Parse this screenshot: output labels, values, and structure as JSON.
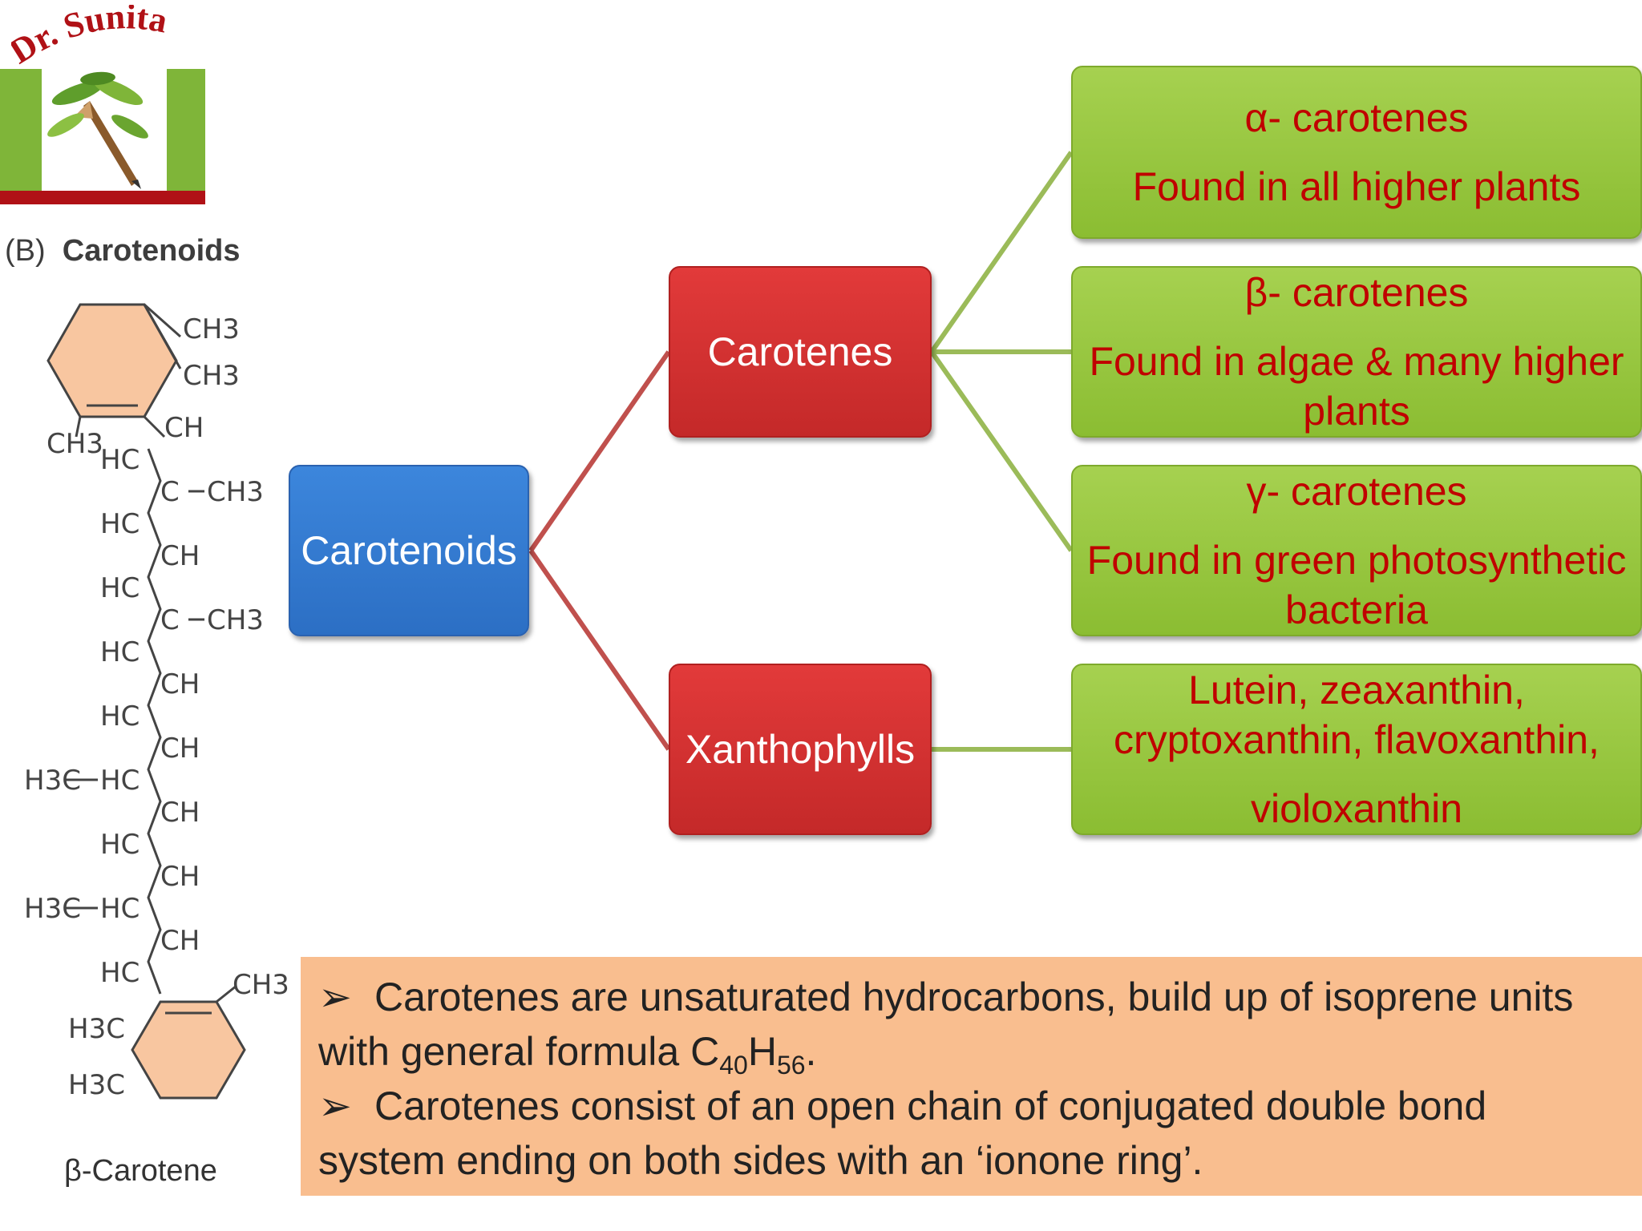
{
  "logo": {
    "text": "Dr. Sunita"
  },
  "structure": {
    "caption_letter": "(B)",
    "caption": "Carotenoids",
    "molecule_name": "β-Carotene",
    "labels": [
      "CH3",
      "CH3",
      "CH",
      "CH3",
      "HC",
      "C",
      "CH3",
      "HC",
      "CH",
      "HC",
      "C",
      "CH3",
      "HC",
      "CH",
      "HC",
      "CH",
      "H3C",
      "HC",
      "CH",
      "HC",
      "CH",
      "H3C",
      "HC",
      "CH",
      "HC",
      "CH3",
      "H3C",
      "H3C"
    ]
  },
  "diagram": {
    "root": "Carotenoids",
    "carotenes": "Carotenes",
    "xanthophylls": "Xanthophylls",
    "alpha": {
      "title": "α- carotenes",
      "desc": "Found in all higher plants"
    },
    "beta": {
      "title": "β- carotenes",
      "desc_line1": "Found in algae & many higher",
      "desc_line2": "plants"
    },
    "gamma": {
      "title": "γ- carotenes",
      "desc_line1": "Found in green photosynthetic",
      "desc_line2": "bacteria"
    },
    "xanthophyll_list": {
      "line1": "Lutein, zeaxanthin,",
      "line2": "cryptoxanthin, flavoxanthin,",
      "line3": "violoxanthin"
    }
  },
  "notes": {
    "bullet": "➢",
    "note1_a": "Carotenes are unsaturated hydrocarbons, build up of isoprene units",
    "note1_b": "with general formula C",
    "sub_40": "40",
    "h": "H",
    "sub_56": "56",
    "period": ".",
    "note2_a": "Carotenes consist of an open chain of conjugated double bond",
    "note2_b": "system ending on both sides with an ‘ionone ring’."
  },
  "colors": {
    "root_box": "#2c6fc4",
    "mid_box": "#d03030",
    "leaf_box": "#9ac73f",
    "leaf_text": "#c00000",
    "notes_bg": "#f9be8f",
    "connector_red": "#c0504d",
    "connector_green": "#9bbb59"
  }
}
